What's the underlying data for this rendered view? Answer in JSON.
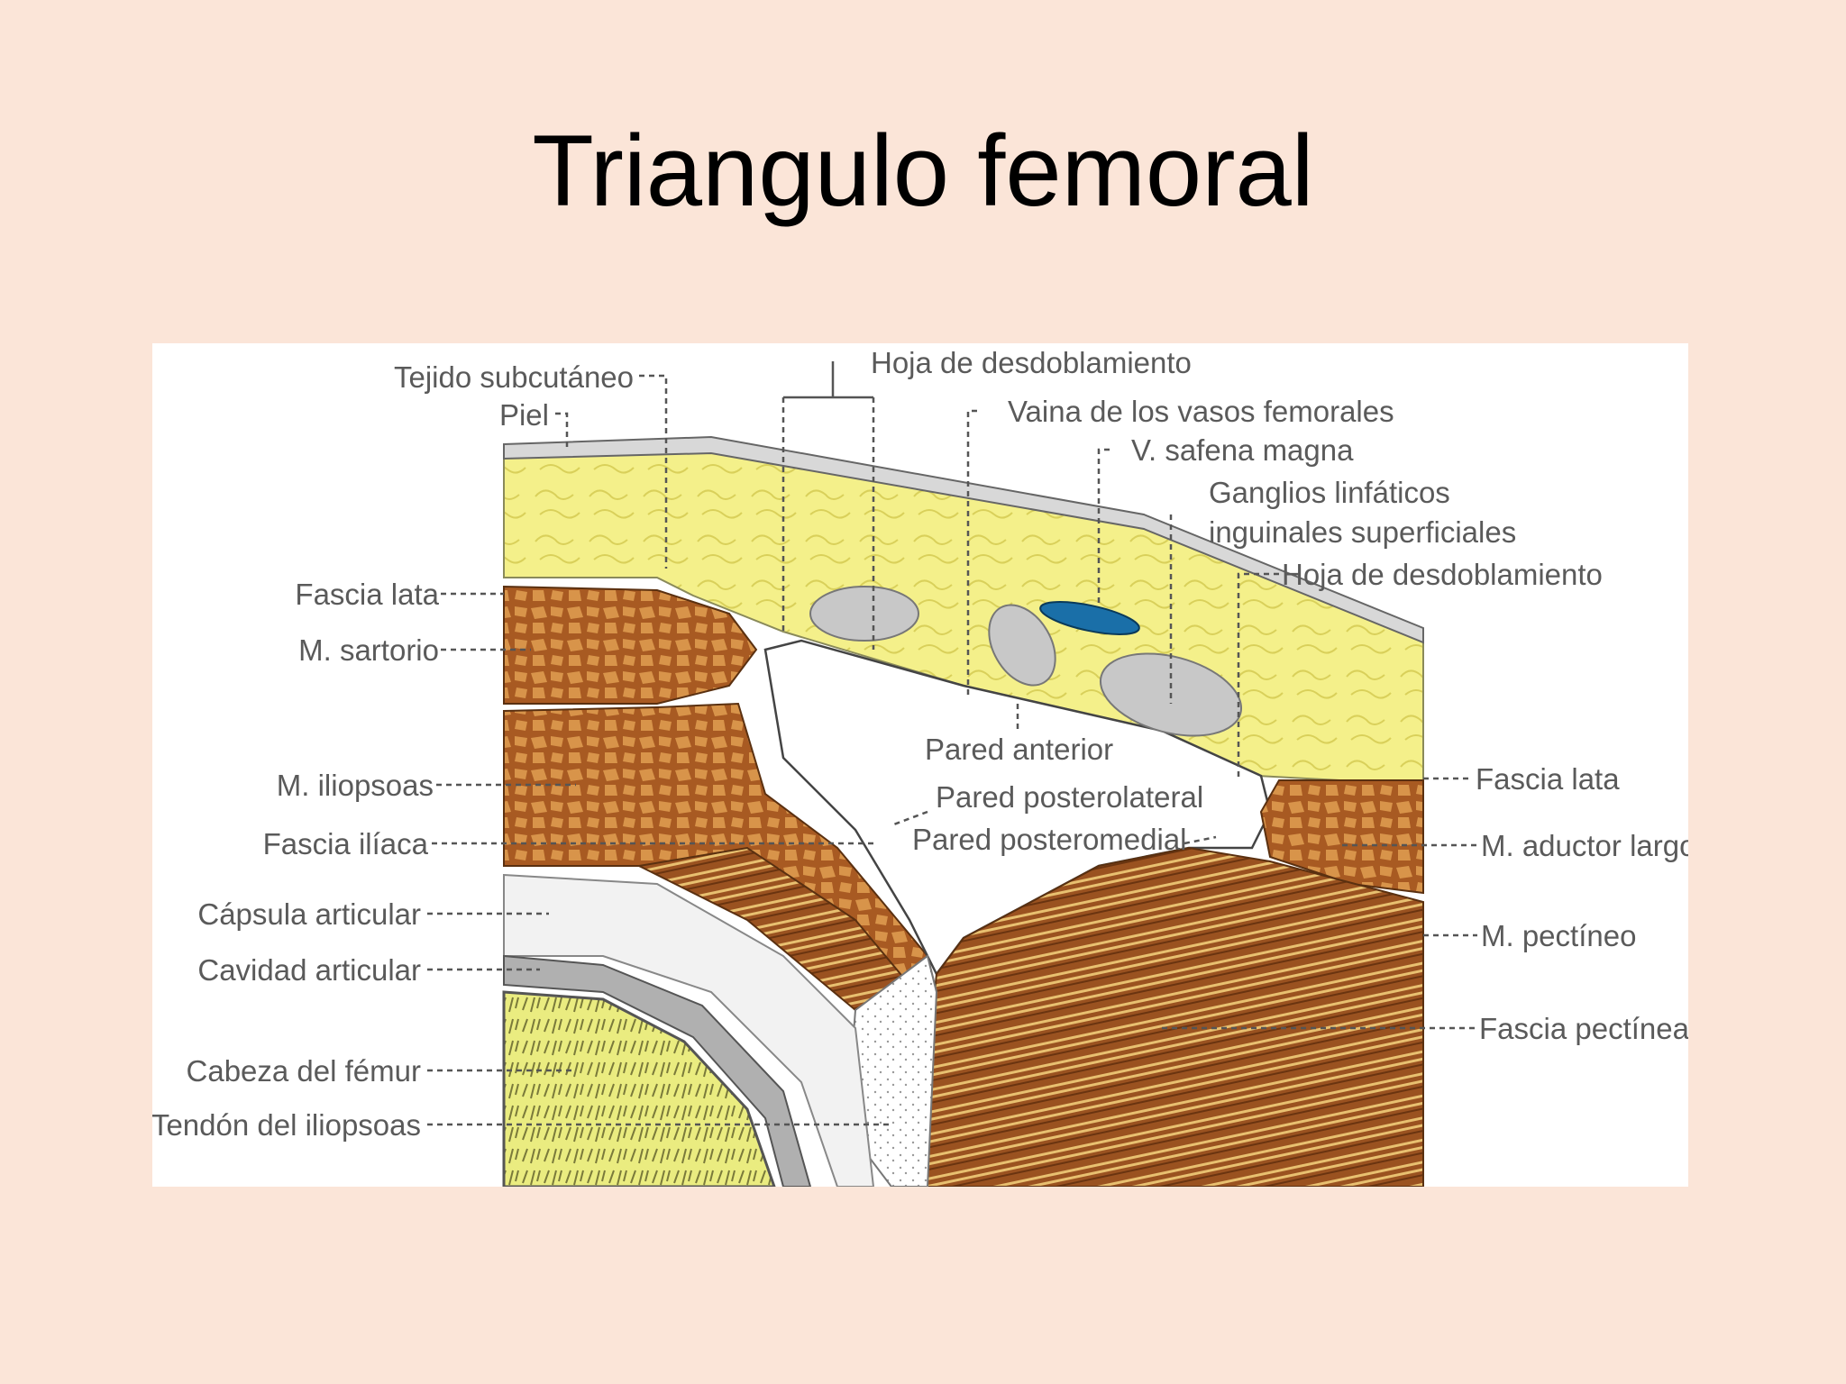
{
  "slide": {
    "title": "Triangulo femoral"
  },
  "figure": {
    "labels": {
      "tejido_subcutaneo": "Tejido subcutáneo",
      "piel": "Piel",
      "hoja_desdoblamiento_top": "Hoja de desdoblamiento",
      "vaina_vasos_femorales": "Vaina de los vasos femorales",
      "v_safena_magna": "V. safena magna",
      "ganglios_1": "Ganglios linfáticos",
      "ganglios_2": "inguinales superficiales",
      "hoja_desdoblamiento_right": "Hoja de desdoblamiento",
      "fascia_lata_left": "Fascia lata",
      "m_sartorio": "M. sartorio",
      "m_iliopsoas": "M. iliopsoas",
      "fascia_iliaca": "Fascia ilíaca",
      "capsula_articular": "Cápsula articular",
      "cavidad_articular": "Cavidad articular",
      "cabeza_femur": "Cabeza del fémur",
      "tendon_iliopsoas": "Tendón del iliopsoas",
      "pared_anterior": "Pared anterior",
      "pared_posterolateral": "Pared posterolateral",
      "pared_posteromedial": "Pared posteromedial",
      "fascia_lata_right": "Fascia lata",
      "m_aductor_largo": "M. aductor largo",
      "m_pectineo": "M. pectíneo",
      "fascia_pectinea": "Fascia pectínea"
    },
    "colors": {
      "subcutaneous": "#f4f08a",
      "muscle": "#b8692a",
      "muscle_dark": "#7a3e14",
      "vein": "#1a6fa8",
      "node": "#c8c8c8",
      "bone": "#e8ea7a",
      "background": "#fbe5d8"
    }
  }
}
